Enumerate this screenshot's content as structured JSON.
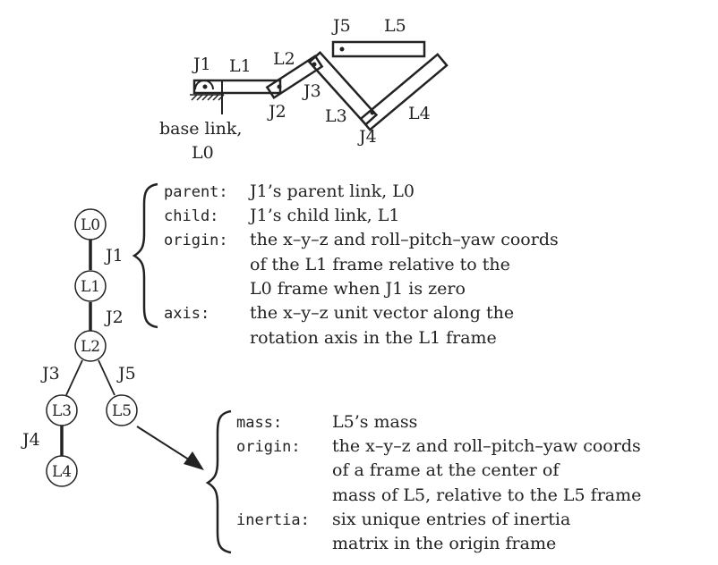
{
  "mechanism": {
    "joints": [
      "J1",
      "J2",
      "J3",
      "J4",
      "J5"
    ],
    "links": [
      "L1",
      "L2",
      "L3",
      "L4",
      "L5"
    ],
    "base_label_line1": "base link,",
    "base_label_line2": "L0"
  },
  "tree": {
    "nodes": [
      "L0",
      "L1",
      "L2",
      "L3",
      "L5",
      "L4"
    ],
    "edges": [
      "J1",
      "J2",
      "J3",
      "J5",
      "J4"
    ]
  },
  "joint_spec": {
    "rows": [
      {
        "key": "parent:",
        "val": "J1’s parent link, L0"
      },
      {
        "key": "child:",
        "val": "J1’s child link, L1"
      },
      {
        "key": "origin:",
        "val": "the x–y–z and roll–pitch–yaw coords"
      },
      {
        "key": "",
        "val": "of the L1 frame relative to the"
      },
      {
        "key": "",
        "val": "L0 frame when J1 is zero"
      },
      {
        "key": "axis:",
        "val": "the x–y–z unit vector along the"
      },
      {
        "key": "",
        "val": "rotation axis in the L1 frame"
      }
    ]
  },
  "link_spec": {
    "rows": [
      {
        "key": "mass:",
        "val": "L5’s mass"
      },
      {
        "key": "origin:",
        "val": "the x–y–z and roll–pitch–yaw coords"
      },
      {
        "key": "",
        "val": "of a frame at the center of"
      },
      {
        "key": "",
        "val": "mass of L5, relative to the L5 frame"
      },
      {
        "key": "inertia:",
        "val": "six unique entries of inertia"
      },
      {
        "key": "",
        "val": "matrix in the origin frame"
      }
    ]
  }
}
